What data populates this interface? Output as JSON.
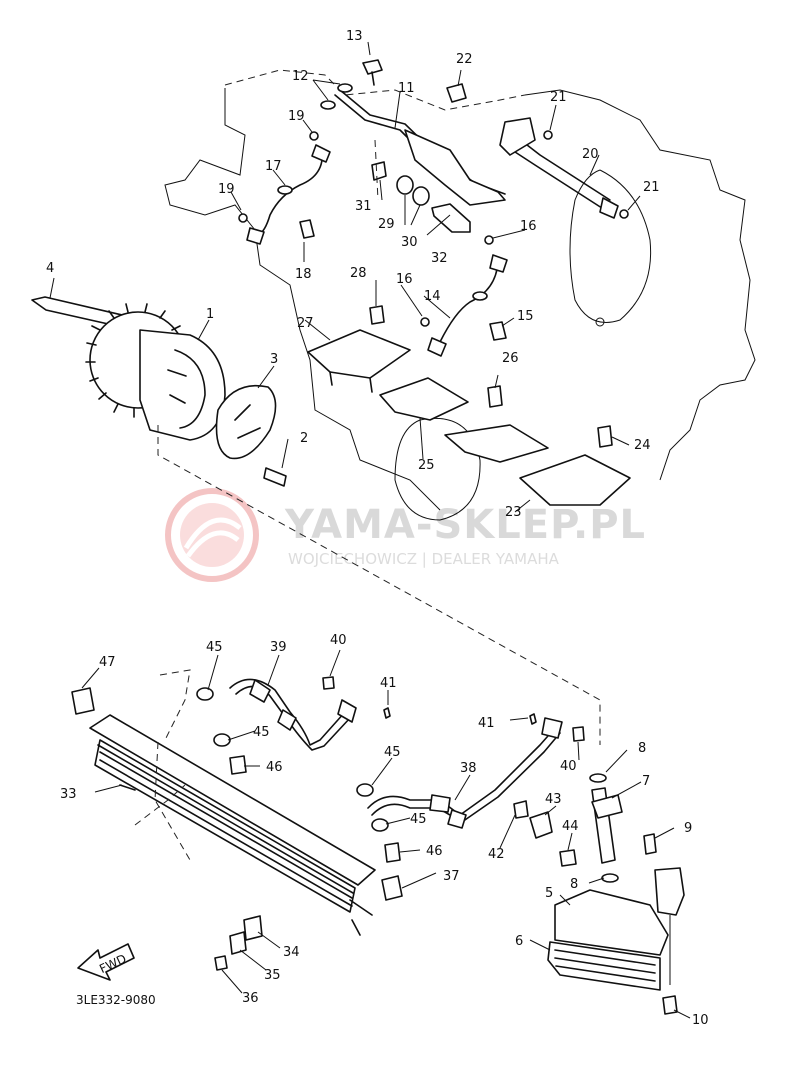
{
  "watermark": {
    "title": "YAMA-SKLEP.PL",
    "subtitle": "WOJCIECHOWICZ | DEALER YAMAHA"
  },
  "diagram_code": "3LE332-9080",
  "fwd_label": "FWD",
  "callouts": [
    "1",
    "2",
    "3",
    "4",
    "5",
    "6",
    "7",
    "8",
    "8",
    "9",
    "10",
    "11",
    "12",
    "13",
    "14",
    "15",
    "16",
    "16",
    "17",
    "18",
    "19",
    "19",
    "20",
    "21",
    "21",
    "22",
    "23",
    "24",
    "25",
    "26",
    "27",
    "28",
    "29",
    "30",
    "31",
    "32",
    "33",
    "34",
    "35",
    "36",
    "37",
    "38",
    "39",
    "40",
    "40",
    "41",
    "41",
    "42",
    "43",
    "44",
    "45",
    "45",
    "45",
    "45",
    "46",
    "46",
    "47"
  ]
}
